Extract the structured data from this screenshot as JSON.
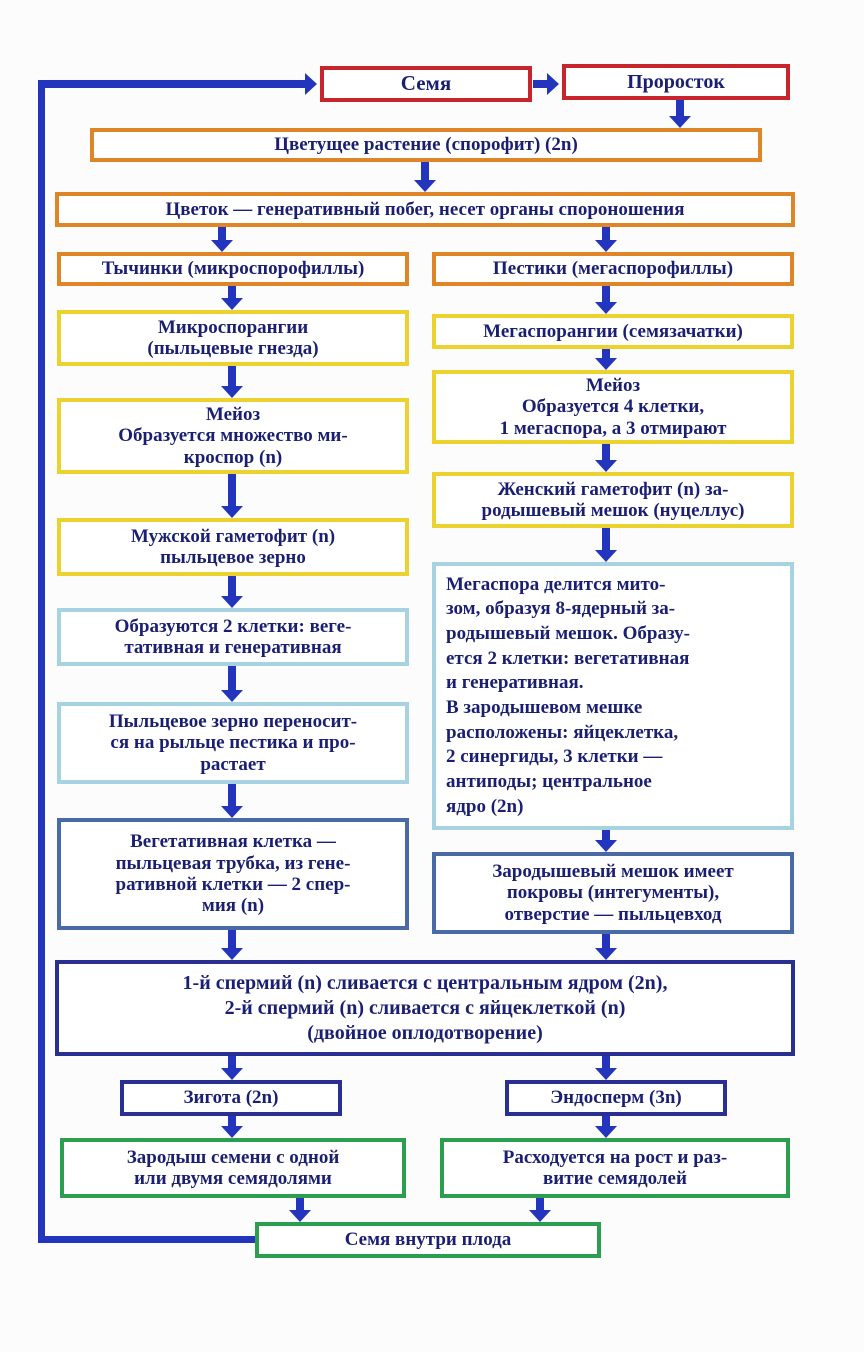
{
  "palette": {
    "red_border": "#c8242c",
    "orange_border": "#e08428",
    "yellow_border": "#ecd22e",
    "light_blue_border": "#a6d2e2",
    "steel_blue_border": "#4a6aa6",
    "navy_border": "#2a2f92",
    "green_border": "#2c9e50",
    "arrow_blue": "#2335bd",
    "text_color": "#1a1f72",
    "box_background": "#ffffff"
  },
  "nodes": {
    "seed": "Семя",
    "seedling": "Проросток",
    "sporophyte": "Цветущее растение (спорофит) (2n)",
    "flower": "Цветок — генеративный побег, несет органы спороношения",
    "stamens": "Тычинки (микроспорофиллы)",
    "pistils": "Пестики (мегаспорофиллы)",
    "microsporangia": "Микроспорангии\n(пыльцевые гнезда)",
    "megasporangia": "Мегаспорангии (семязачатки)",
    "meiosis_micro": "Мейоз\nОбразуется множество ми-\nкроспор (n)",
    "meiosis_mega": "Мейоз\nОбразуется 4 клетки,\n1 мегаспора, а 3 отмирают",
    "male_gametophyte": "Мужской гаметофит (n)\nпыльцевое зерно",
    "female_gametophyte": "Женский гаметофит (n) за-\nродышевый мешок (нуцеллус)",
    "two_cells": "Образуются 2 клетки: веге-\nтативная и генеративная",
    "megaspore_mitosis": "Мегаспора делится мито-\nзом, образуя 8-ядерный за-\nродышевый мешок. Образу-\nется 2 клетки: вегетативная\nи генеративная.\nВ зародышевом мешке\nрасположены: яйцеклетка,\n2 синергиды, 3 клетки —\nантиподы; центральное\nядро (2n)",
    "pollen_transfer": "Пыльцевое зерно переносит-\nся на рыльце пестика и про-\nрастает",
    "vegetative_cell": "Вегетативная клетка —\nпыльцевая трубка, из гене-\nративной клетки — 2 спер-\nмия (n)",
    "embryo_sac_coverings": "Зародышевый мешок имеет\nпокровы (интегументы),\nотверстие — пыльцевход",
    "double_fertilization": "1-й спермий (n) сливается с центральным ядром (2n),\n2-й спермий (n) сливается с яйцеклеткой (n)\n(двойное оплодотворение)",
    "zygote": "Зигота (2n)",
    "endosperm": "Эндосперм (3n)",
    "seed_embryo": "Зародыш семени с одной\nили двумя семядолями",
    "endosperm_use": "Расходуется на рост и раз-\nвитие семядолей",
    "seed_in_fruit": "Семя внутри плода"
  }
}
